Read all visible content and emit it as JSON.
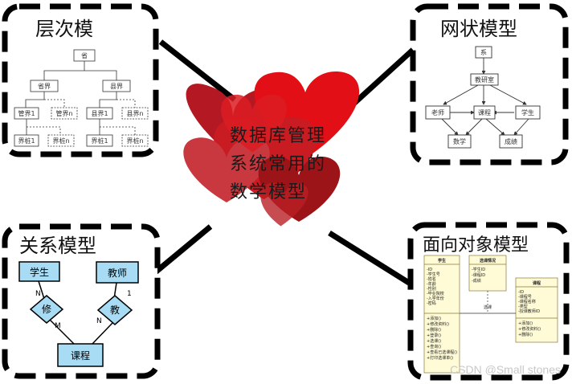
{
  "center": {
    "lines": [
      "数据库管理",
      "系统常用的",
      "数学模型"
    ]
  },
  "hierarchical": {
    "title": "层次模",
    "root": "省",
    "level2": [
      "省界",
      "县界"
    ],
    "level3": [
      "管界1",
      "管界n",
      "县界1",
      "县界n"
    ],
    "level4": [
      "界桩1",
      "界桩n",
      "界桩1",
      "界桩n"
    ]
  },
  "network": {
    "title": "网状模型",
    "nodes": {
      "dept": "系",
      "office": "教研室",
      "teacher": "老师",
      "course": "课程",
      "student": "学生",
      "math": "数学",
      "grade": "成绩"
    }
  },
  "relational": {
    "title": "关系模型",
    "entities": {
      "student": "学生",
      "teacher": "教师",
      "course": "课程"
    },
    "relations": {
      "take": "修",
      "teach": "教"
    },
    "cardinality": {
      "student_take": "N",
      "teacher_teach": "1",
      "take_course": "M",
      "teach_course": "N"
    }
  },
  "oo": {
    "title": "面向对象模型",
    "class_student": {
      "name": "学生",
      "attrs": [
        "-ID",
        "-学生号",
        "-姓名",
        "-年龄",
        "-性别",
        "-毕业院校",
        "-入学年份",
        "-密码"
      ],
      "methods": [
        "+添加()",
        "+修改资料()",
        "+删除()",
        "+登录()",
        "+选课()",
        "+查询()",
        "+查看已选课程()",
        "+打印选课单()"
      ]
    },
    "class_selection": {
      "name": "选课情况",
      "attrs": [
        "-学生ID",
        "-课程ID",
        "-成绩"
      ]
    },
    "class_course": {
      "name": "课程",
      "attrs": [
        "-ID",
        "-课程号",
        "-课程名称",
        "-类型",
        "-授课教师ID"
      ],
      "methods": [
        "+添加()",
        "+修改资料()",
        "+删除()"
      ]
    },
    "link_label": "选课"
  },
  "watermark": "CSDN @Small stones"
}
